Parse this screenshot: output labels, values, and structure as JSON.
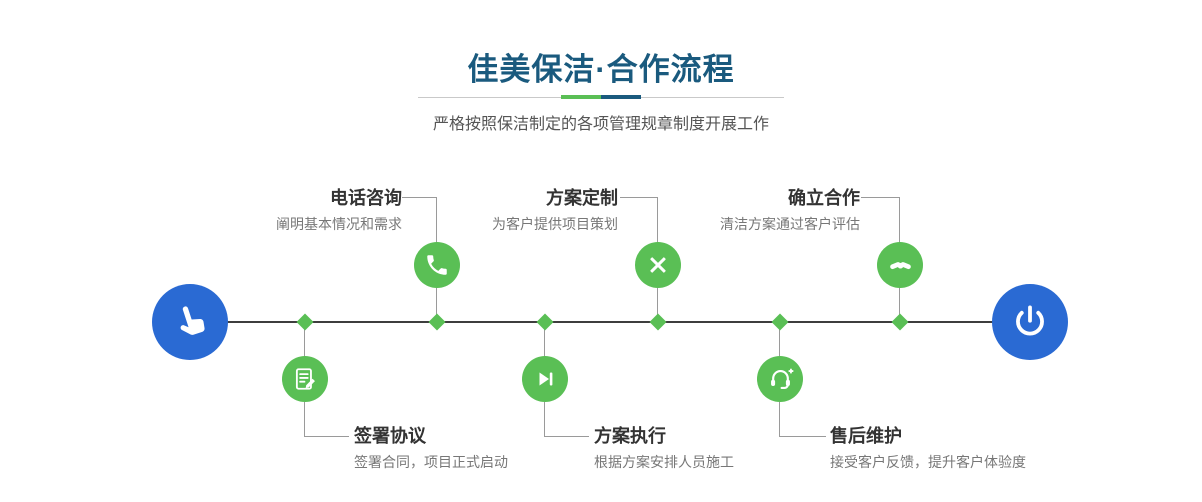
{
  "header": {
    "title": "佳美保洁·合作流程",
    "subtitle": "严格按照保洁制定的各项管理规章制度开展工作"
  },
  "timeline": {
    "start": {
      "icon": "hand-pointer-icon"
    },
    "end": {
      "icon": "power-icon"
    },
    "top_steps": [
      {
        "title": "电话咨询",
        "desc": "阐明基本情况和需求",
        "icon": "phone-icon"
      },
      {
        "title": "方案定制",
        "desc": "为客户提供项目策划",
        "icon": "pencil-ruler-icon"
      },
      {
        "title": "确立合作",
        "desc": "清洁方案通过客户评估",
        "icon": "handshake-icon"
      }
    ],
    "bottom_steps": [
      {
        "title": "签署协议",
        "desc": "签署合同，项目正式启动",
        "icon": "contract-icon"
      },
      {
        "title": "方案执行",
        "desc": "根据方案安排人员施工",
        "icon": "play-icon"
      },
      {
        "title": "售后维护",
        "desc": "接受客户反馈，提升客户体验度",
        "icon": "headset-icon"
      }
    ]
  },
  "colors": {
    "green": "#5abf55",
    "blue": "#2a6ad3",
    "title-blue": "#1a5a7e"
  }
}
